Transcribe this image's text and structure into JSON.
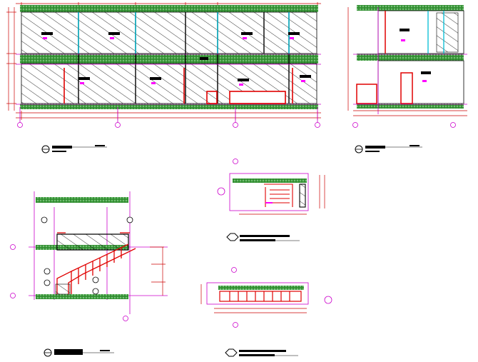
{
  "drawing": {
    "type": "architectural CAD elevation and section sheet",
    "background": "#ffffff",
    "colors": {
      "wall_outline": "#000000",
      "slab_hatch": "#2e8b2e",
      "dimension_line": "#cc0000",
      "grid_line": "#cc00cc",
      "column": "#00bcd4",
      "door_frame": "#e00000",
      "tag_fill": "#ff00ff"
    },
    "views": [
      {
        "id": "main-elevation",
        "kind": "building elevation, two storeys",
        "title_label": ""
      },
      {
        "id": "side-elevation",
        "kind": "side elevation",
        "title_label": ""
      },
      {
        "id": "stair-elevation",
        "kind": "stair elevation",
        "title_label": ""
      },
      {
        "id": "stair-section-upper",
        "kind": "stair section",
        "title_label": ""
      },
      {
        "id": "stair-section-lower",
        "kind": "stair section",
        "title_label": ""
      }
    ]
  }
}
